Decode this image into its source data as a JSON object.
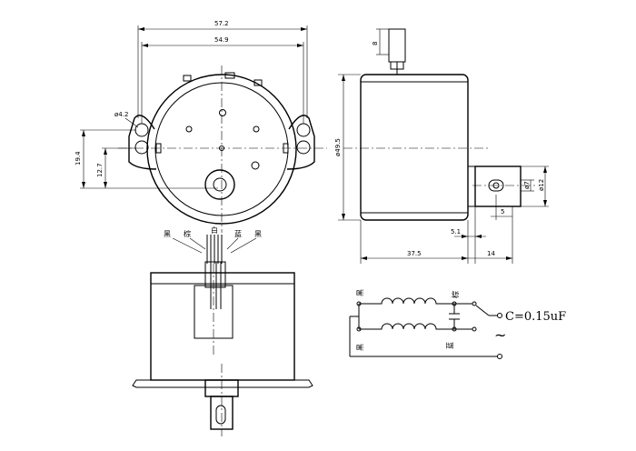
{
  "front_view": {
    "dim_overall_width": "57.2",
    "dim_hole_spacing": "54.9",
    "dim_hole_dia": "ø4.2",
    "dim_height_outer": "19.4",
    "dim_height_inner": "12.7"
  },
  "side_view": {
    "dim_shaft_length": "8",
    "dim_body_dia": "ø49.5",
    "dim_depth": "37.5",
    "dim_boss": "14",
    "dim_offset": "5.1",
    "dim_step": "5",
    "dim_shaft_dia": "ø7",
    "dim_boss_dia": "ø12"
  },
  "wires": {
    "labels": [
      "黑",
      "棕",
      "白",
      "蓝",
      "黑"
    ]
  },
  "circuit": {
    "label_top": "黑",
    "label_top_right": "棕",
    "label_bottom": "黑",
    "label_bottom_right": "蓝",
    "capacitor": "C=0.15uF",
    "ac_symbol": "~"
  }
}
